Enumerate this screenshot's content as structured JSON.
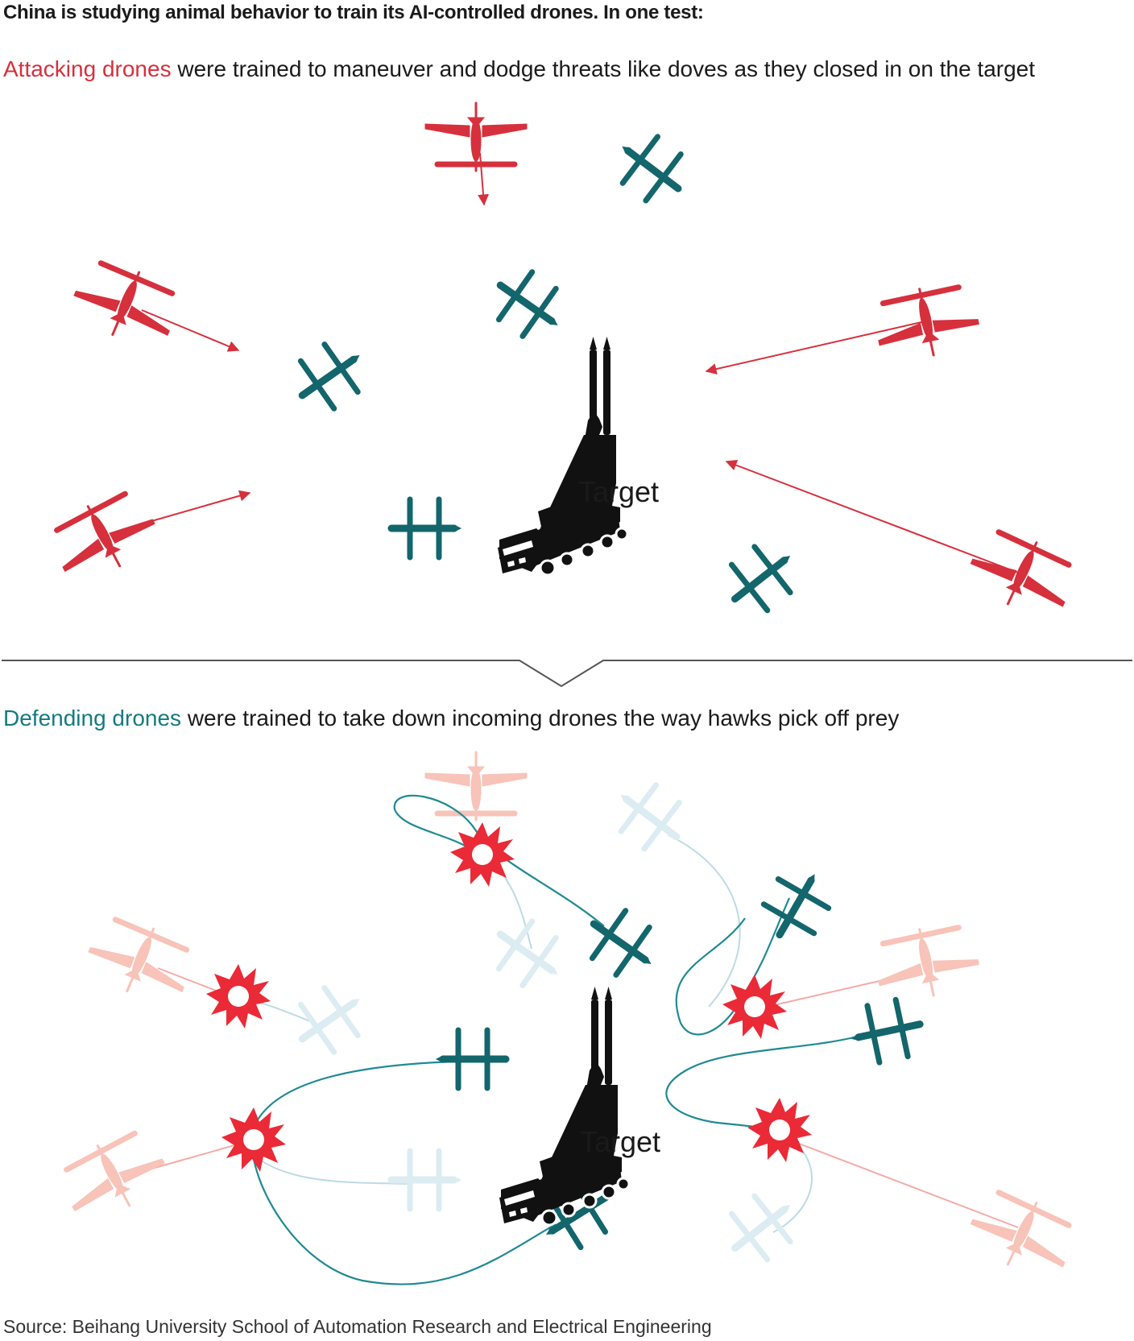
{
  "title": "China is studying animal behavior to train its AI-controlled drones. In one test:",
  "panel1": {
    "highlight": "Attacking drones",
    "text": " were trained to maneuver and dodge threats like doves as they closed in on the target",
    "target_label": "Target"
  },
  "panel2": {
    "highlight": "Defending drones",
    "text": " were trained to take down incoming drones the way hawks pick off prey",
    "target_label": "Target"
  },
  "source": "Source: Beihang University School of Automation Research and Electrical Engineering",
  "colors": {
    "attack": "#d6303d",
    "attack_faded": "#f8c3b8",
    "defend": "#12666c",
    "defend_faded": "#dcecf3",
    "explosion": "#ea2a36",
    "divider": "#555555",
    "vehicle": "#111111"
  },
  "icons": [
    "attacking-drone-icon",
    "defending-drone-icon",
    "launcher-vehicle-icon",
    "explosion-icon",
    "arrow-icon"
  ]
}
